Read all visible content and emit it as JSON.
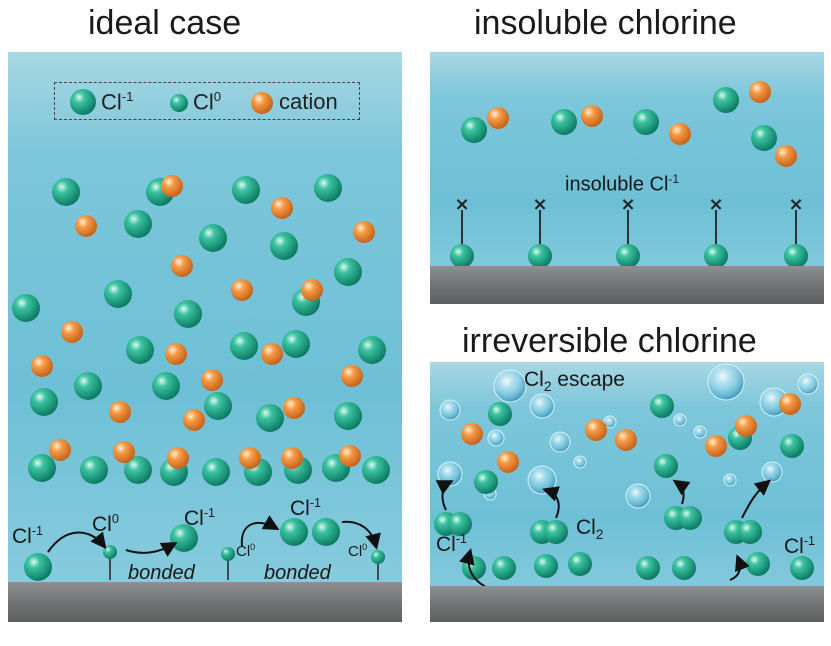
{
  "titles": {
    "ideal": "ideal case",
    "insoluble": "insoluble chlorine",
    "irreversible": "irreversible chlorine"
  },
  "legend": {
    "cl_ion": "Cl",
    "cl_ion_sup": "-1",
    "cl_atom": "Cl",
    "cl_atom_sup": "0",
    "cation": "cation"
  },
  "ideal_labels": {
    "cl_ion_1": "Cl",
    "cl_ion_1_sup": "-1",
    "cl_atom_1": "Cl",
    "cl_atom_1_sup": "0",
    "cl_ion_2": "Cl",
    "cl_ion_2_sup": "-1",
    "cl_ion_3": "Cl",
    "cl_ion_3_sup": "-1",
    "cl_atom_2": "Cl",
    "cl_atom_2_sup": "0",
    "cl_atom_3": "Cl",
    "cl_atom_3_sup": "0",
    "bonded_1": "bonded",
    "bonded_2": "bonded"
  },
  "insoluble_labels": {
    "text": "insoluble Cl",
    "sup": "-1"
  },
  "irreversible_labels": {
    "cl2_escape_prefix": "Cl",
    "cl2_escape_sub": "2",
    "cl2_escape_suffix": " escape",
    "cl2": "Cl",
    "cl2_sub": "2",
    "cl_ion_left": "Cl",
    "cl_ion_left_sup": "-1",
    "cl_ion_right": "Cl",
    "cl_ion_right_sup": "-1"
  },
  "colors": {
    "chloride": "#1fa78a",
    "cation": "#f0913a",
    "water": "#7cc6da",
    "electrode": "#6d6f70"
  }
}
